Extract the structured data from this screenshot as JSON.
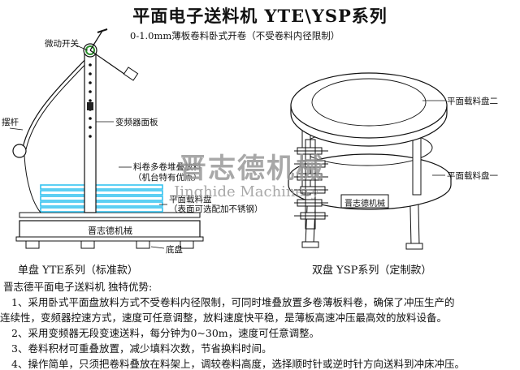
{
  "title": "平面电子送料机 YTE\\YSP系列",
  "subtitle": "0-1.0mm薄板卷料卧式开卷（不受卷料内径限制）",
  "left_diagram": {
    "labels": {
      "micro_switch": "微动开关",
      "swing_arm": "摆杆",
      "inverter_panel": "变频器面板",
      "coil_stack_line1": "料卷多卷堆叠放料",
      "coil_stack_line2": "（机台特有优点）",
      "tray_line1": "平面载料盘",
      "tray_line2": "（表面可选配加不锈钢）",
      "base_plate": "底盘",
      "brand_plate": "晋志德机械"
    },
    "caption": "单盘 YTE系列（标准款）"
  },
  "right_diagram": {
    "labels": {
      "tray_two": "平面载料盘二",
      "tray_one": "平面载料盘一",
      "brand_plate": "晋志德机械"
    },
    "caption": "双盘 YSP系列（定制款）"
  },
  "watermark": {
    "cn": "晋志德机械",
    "en": "Jinghide Machinery"
  },
  "description": {
    "heading": "晋志德平面电子送料机 独特优势:",
    "items": [
      "1、采用卧式平面盘放料方式不受卷料内径限制，可同时堆叠放置多卷薄板料卷，确保了冲压生产的",
      "连续性，变频器控速方式，速度可任意调整，放料速度快平稳，是薄板高速冲压最高效的放料设备。",
      "2、采用变频器无段变速送料，每分钟为0~30m，速度可任意调整。",
      "3、卷料积材可重叠放置，减少填料次数，节省换料时间。",
      "4、操作简单，只须把卷料叠放在料架上，调较卷料高度，选择顺时针或逆时针方向送料到冲床冲压。"
    ]
  },
  "colors": {
    "coil_stack": "#35c3f0",
    "watermark": "#9a9a9a",
    "line": "#111111"
  }
}
